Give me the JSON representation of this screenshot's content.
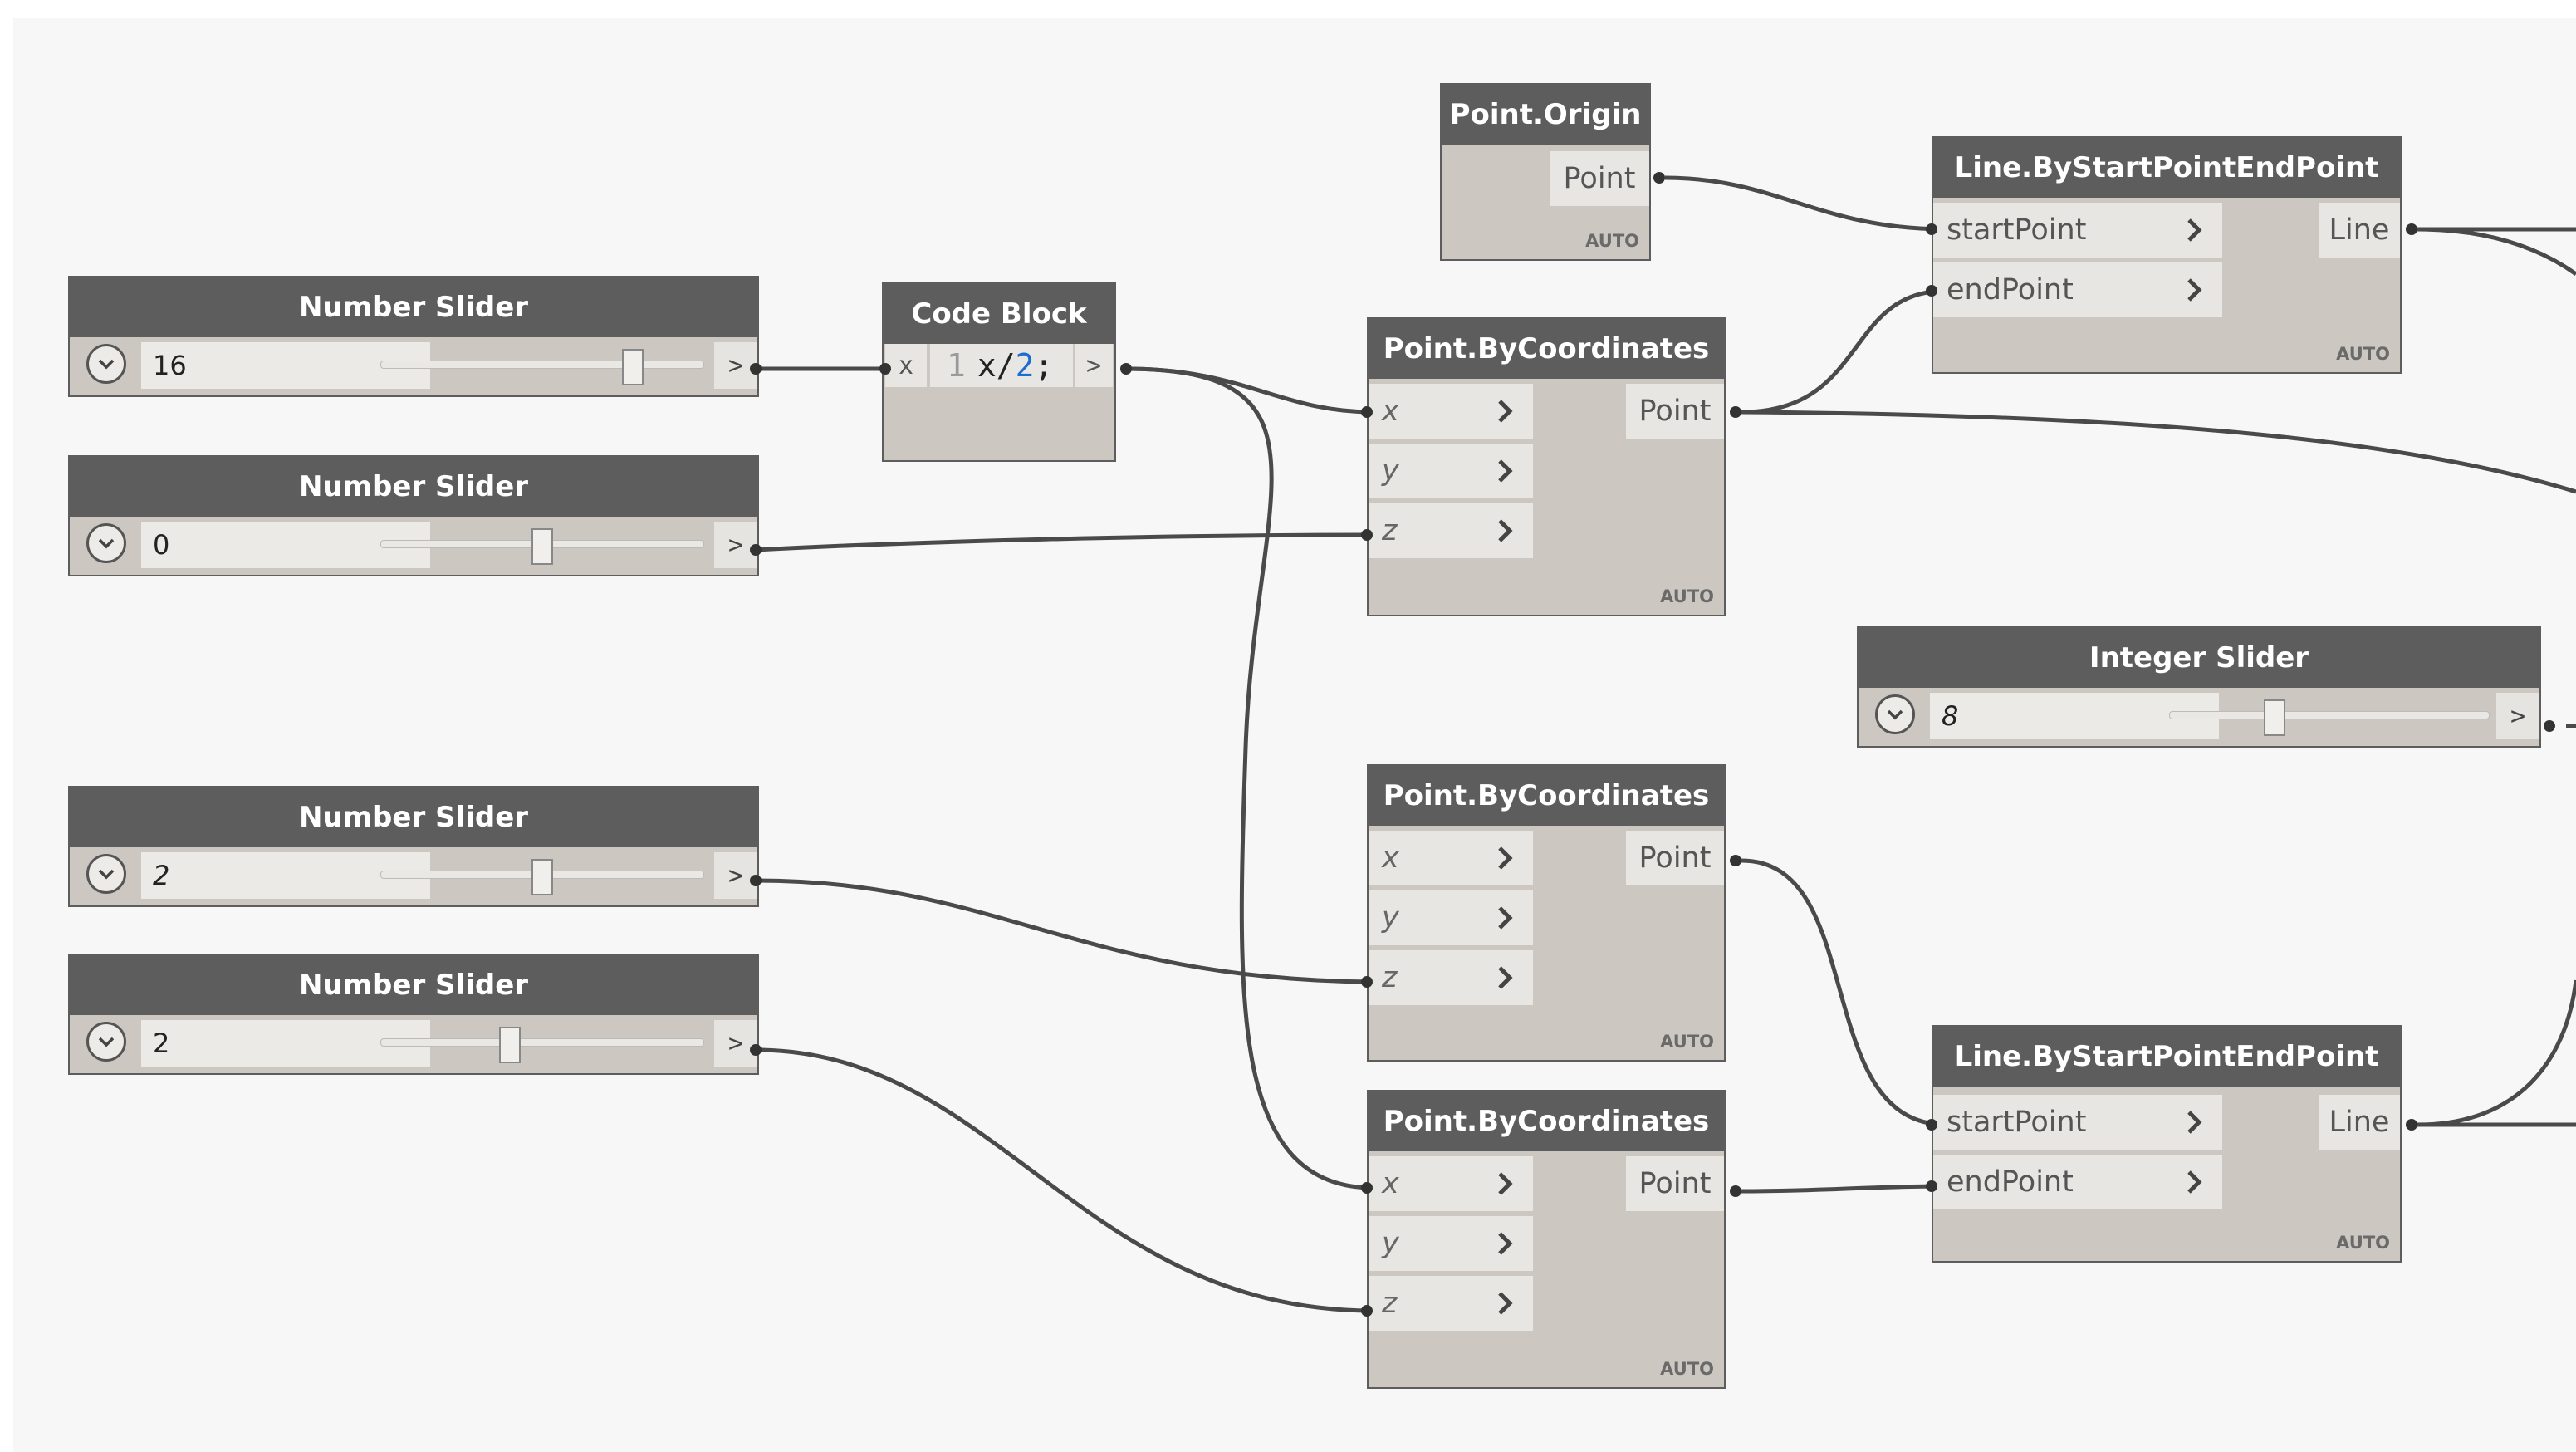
{
  "colors": {
    "canvas": "#f7f7f7",
    "node_header": "#5d5d5d",
    "node_body": "#ccc8c1",
    "port": "#e8e6e2",
    "wire": "#4a4a4a",
    "code_number": "#1c6cd1"
  },
  "icons": {
    "dropdown": "chevron-down-icon",
    "input_port": "chevron-right-icon"
  },
  "sliders": [
    {
      "title": "Number Slider",
      "value": "16",
      "arrow": ">",
      "thumb_fraction": 0.78
    },
    {
      "title": "Number Slider",
      "value": "0",
      "arrow": ">",
      "thumb_fraction": 0.5
    },
    {
      "title": "Number Slider",
      "value": "2",
      "arrow": ">",
      "thumb_fraction": 0.5
    },
    {
      "title": "Number Slider",
      "value": "2",
      "arrow": ">",
      "thumb_fraction": 0.4
    }
  ],
  "integer_slider": {
    "title": "Integer Slider",
    "value": "8",
    "arrow": ">",
    "thumb_fraction": 0.33
  },
  "code_block": {
    "title": "Code Block",
    "input": "x",
    "line_number": "1",
    "code_pre": "x/",
    "code_num": "2",
    "code_post": ";",
    "output": ">"
  },
  "point_origin": {
    "title": "Point.Origin",
    "output": "Point",
    "lacing": "AUTO"
  },
  "point_by_coords": [
    {
      "title": "Point.ByCoordinates",
      "inputs": [
        "x",
        "y",
        "z"
      ],
      "output": "Point",
      "lacing": "AUTO"
    },
    {
      "title": "Point.ByCoordinates",
      "inputs": [
        "x",
        "y",
        "z"
      ],
      "output": "Point",
      "lacing": "AUTO"
    },
    {
      "title": "Point.ByCoordinates",
      "inputs": [
        "x",
        "y",
        "z"
      ],
      "output": "Point",
      "lacing": "AUTO"
    }
  ],
  "line_nodes": [
    {
      "title": "Line.ByStartPointEndPoint",
      "inputs": [
        "startPoint",
        "endPoint"
      ],
      "output": "Line",
      "lacing": "AUTO"
    },
    {
      "title": "Line.ByStartPointEndPoint",
      "inputs": [
        "startPoint",
        "endPoint"
      ],
      "output": "Line",
      "lacing": "AUTO"
    }
  ]
}
